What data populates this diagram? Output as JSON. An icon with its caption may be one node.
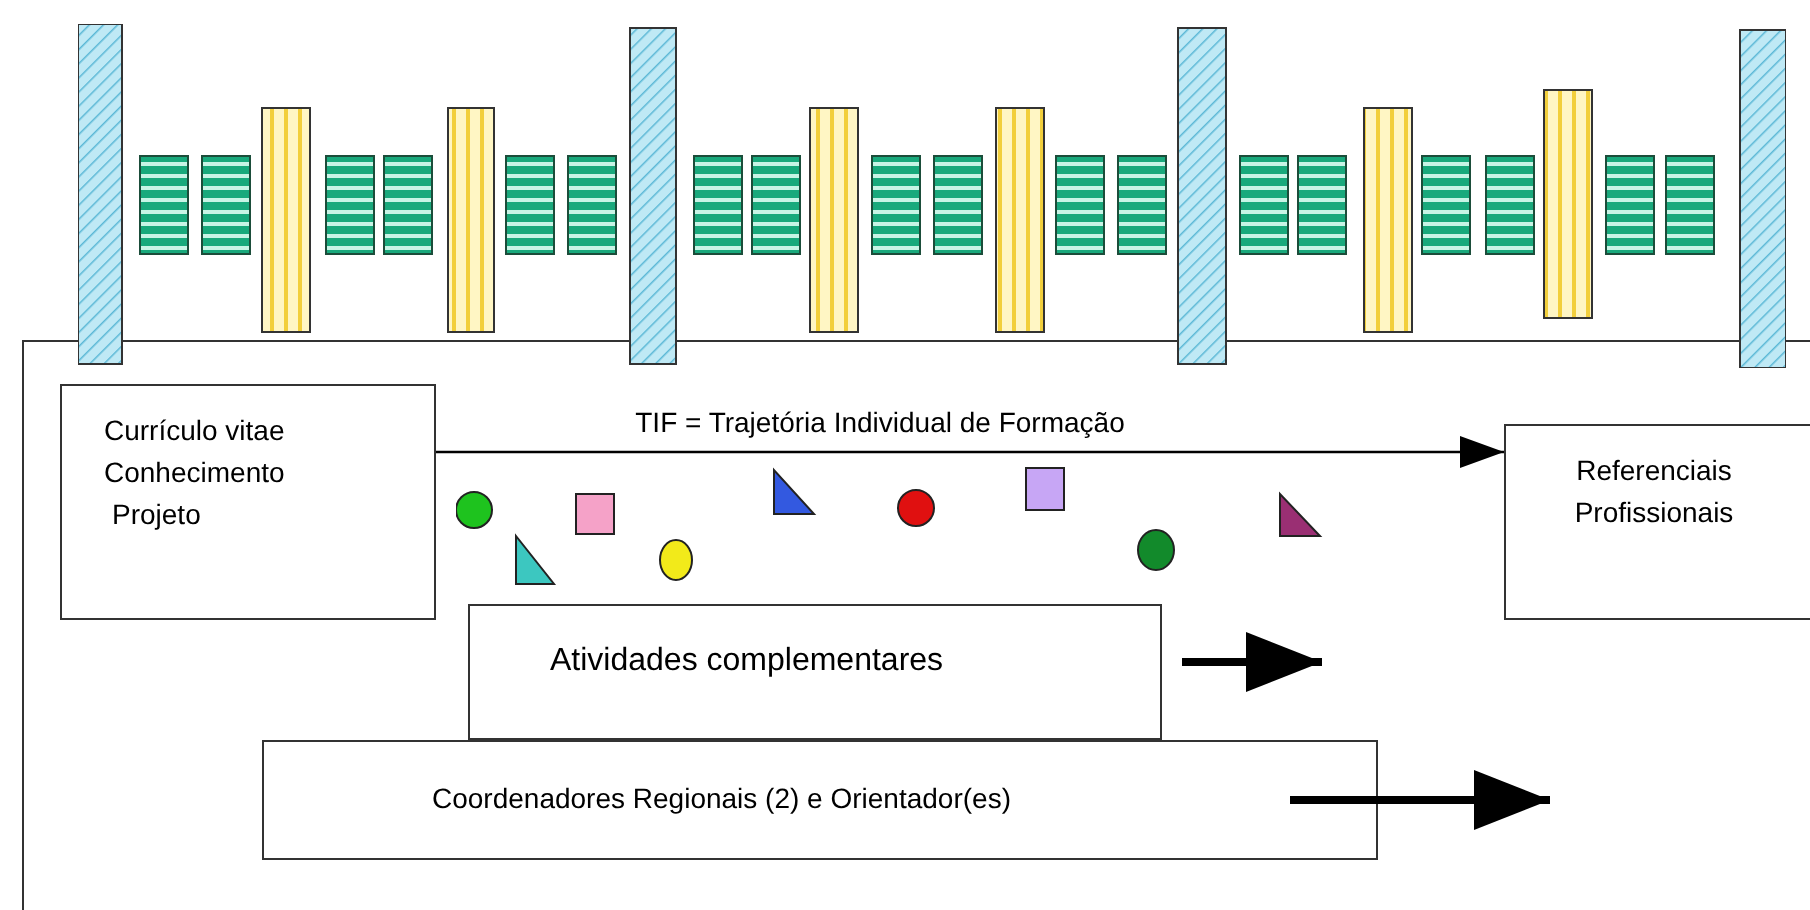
{
  "diagram": {
    "nodes": [
      {
        "text": [
          "Currículo vitae",
          "Conhecimento",
          "Projeto"
        ]
      },
      {
        "text": [
          "Referenciais Profissionais"
        ]
      },
      {
        "text": [
          "Atividades complementares"
        ]
      },
      {
        "text": [
          "Coordenadores Regionais (2) e Orientador(es)"
        ]
      }
    ],
    "edges": [
      {
        "from": 0,
        "to": 1,
        "arrow": "to",
        "label": "TIF = Trajetória Individual de Formação"
      },
      {
        "from": 2,
        "to": null,
        "arrow": "to"
      },
      {
        "from": 3,
        "to": null,
        "arrow": "to"
      }
    ]
  }
}
